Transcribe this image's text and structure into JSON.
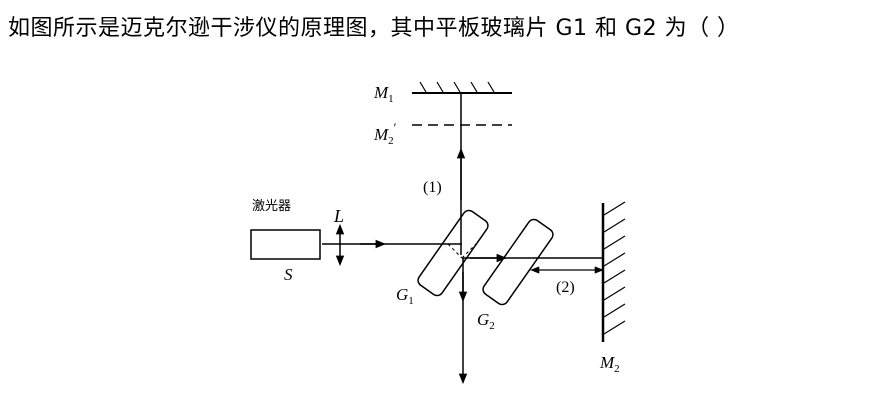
{
  "question": "如图所示是迈克尔逊干涉仪的原理图，其中平板玻璃片 G1 和 G2 为（ ）",
  "diagram": {
    "labels": {
      "m1": "M",
      "m1_sub": "1",
      "m2_image": "M",
      "m2_image_sub": "2",
      "m2_image_prime": "′",
      "m2": "M",
      "m2_sub": "2",
      "laser": "激光器",
      "lens": "L",
      "source": "S",
      "g1": "G",
      "g1_sub": "1",
      "g2": "G",
      "g2_sub": "2",
      "path1": "(1)",
      "path2": "(2)"
    }
  }
}
